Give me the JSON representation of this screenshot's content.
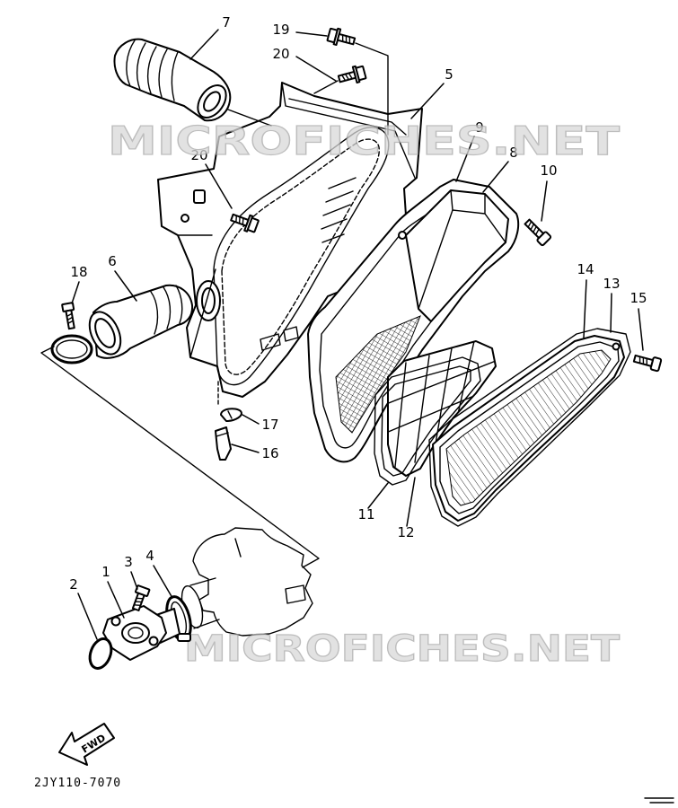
{
  "diagram": {
    "watermark": "MICROFICHES.NET",
    "callouts": {
      "c1": "1",
      "c2": "2",
      "c3": "3",
      "c4": "4",
      "c5": "5",
      "c6": "6",
      "c7": "7",
      "c8": "8",
      "c9": "9",
      "c10": "10",
      "c11": "11",
      "c12": "12",
      "c13": "13",
      "c14": "14",
      "c15": "15",
      "c16": "16",
      "c17": "17",
      "c18": "18",
      "c19": "19",
      "c20": "20"
    },
    "fwd_arrow": "FWD",
    "part_code": "2JY110-7070"
  }
}
